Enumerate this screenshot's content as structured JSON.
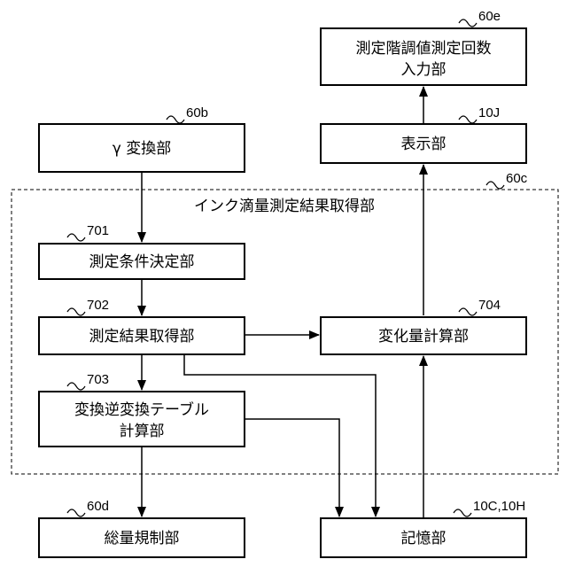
{
  "boxes": {
    "input_unit": {
      "ref": "60e",
      "lines": [
        "測定階調値測定回数",
        "入力部"
      ]
    },
    "gamma_unit": {
      "ref": "60b",
      "lines": [
        "γ 変換部"
      ]
    },
    "display_unit": {
      "ref": "10J",
      "lines": [
        "表示部"
      ]
    },
    "condition_unit": {
      "ref": "701",
      "lines": [
        "測定条件決定部"
      ]
    },
    "result_unit": {
      "ref": "702",
      "lines": [
        "測定結果取得部"
      ]
    },
    "change_unit": {
      "ref": "704",
      "lines": [
        "変化量計算部"
      ]
    },
    "table_unit": {
      "ref": "703",
      "lines": [
        "変換逆変換テーブル",
        "計算部"
      ]
    },
    "limit_unit": {
      "ref": "60d",
      "lines": [
        "総量規制部"
      ]
    },
    "memory_unit": {
      "ref": "10C,10H",
      "lines": [
        "記憶部"
      ]
    }
  },
  "group": {
    "ref": "60c",
    "title": "インク滴量測定結果取得部"
  }
}
